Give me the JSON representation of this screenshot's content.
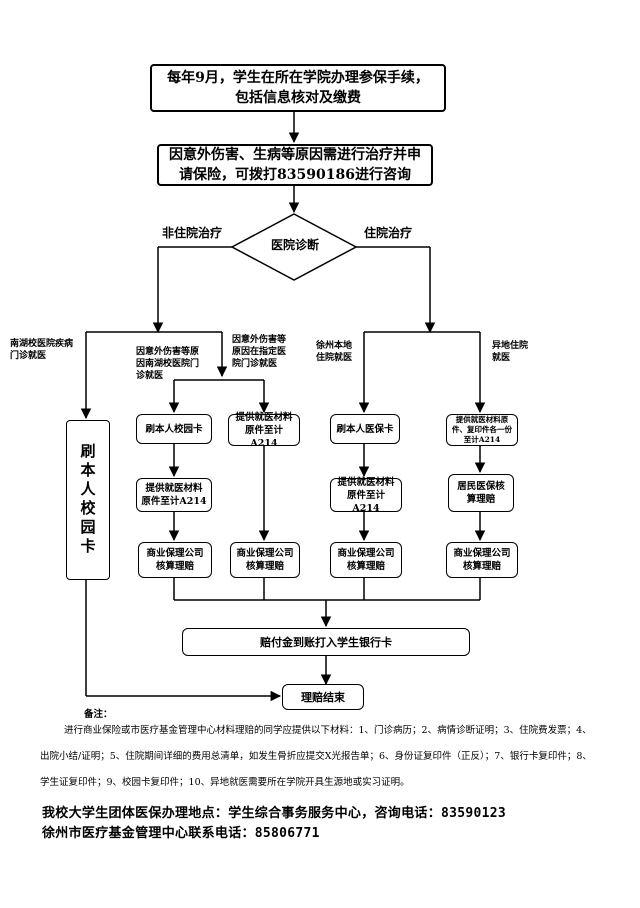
{
  "flow": {
    "step1": "每年9月，学生在所在学院办理参保手续，包括信息核对及缴费",
    "step2": "因意外伤害、生病等原因需进行治疗并申请保险，可拨打83590186进行咨询",
    "diamond": "医院诊断",
    "branch_left": "非住院治疗",
    "branch_right": "住院治疗",
    "south_lake_label": "南湖校医院疾病门诊就医",
    "clinic_label": "因意外伤害等原因南湖校医院门诊就医",
    "designated_label": "因意外伤害等原因在指定医院门诊就医",
    "xuzhou_label": "徐州本地住院就医",
    "remote_label": "异地住院就医",
    "swipe_campus_card_vertical": "刷本人校园卡",
    "swipe_campus_card": "刷本人校园卡",
    "provide_materials_a": "提供就医材料原件至计A214",
    "swipe_insurance_card": "刷本人医保卡",
    "provide_copies": "提供就医材料原件、复印件各一份至计A214",
    "provide_materials_b": "提供就医材料原件至计A214",
    "provide_materials_c": "提供就医材料原件至计A214",
    "resident_insurance": "居民医保核算理赔",
    "commercial_1": "商业保理公司核算理赔",
    "commercial_2": "商业保理公司核算理赔",
    "commercial_3": "商业保理公司核算理赔",
    "commercial_4": "商业保理公司核算理赔",
    "payout": "赔付金到账打入学生银行卡",
    "end": "理赔结束"
  },
  "notes": {
    "label": "备注：",
    "text": "进行商业保险或市医疗基金管理中心材料理赔的同学应提供以下材料：1、门诊病历；2、病情诊断证明；3、住院费发票；4、出院小结/证明；5、住院期间详细的费用总清单，如发生骨折应提交X光报告单；6、身份证复印件（正反）；7、银行卡复印件；8、学生证复印件；9、校园卡复印件；10、异地就医需要所在学院开具生源地或实习证明。"
  },
  "contacts": {
    "line1": "我校大学生团体医保办理地点：学生综合事务服务中心，咨询电话：83590123",
    "line2": "徐州市医疗基金管理中心联系电话：85806771"
  }
}
